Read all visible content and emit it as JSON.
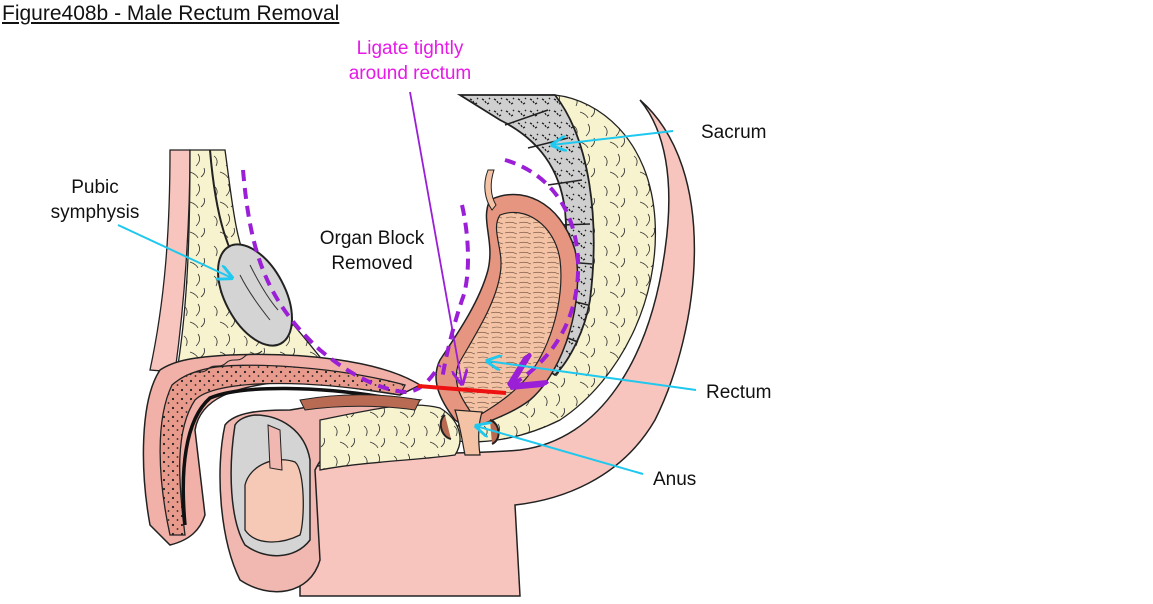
{
  "title": "Figure408b - Male Rectum Removal",
  "colors": {
    "label_line": "#1ec8ee",
    "ligature_annotation": "#e619e6",
    "dissection_outline": "#9a1fd6",
    "ligature_line": "#ee1111",
    "skin": "#f7c5bd",
    "fat": "#f7f3cf",
    "bone": "#d4d4d4",
    "mucosa": "#f4c2a4",
    "muscle_wall": "#e69680",
    "corpus": "#e89a8c"
  },
  "annotations": {
    "ligate": {
      "line1": "Ligate tightly",
      "line2": "around rectum"
    },
    "organ_block": {
      "line1": "Organ Block",
      "line2": "Removed"
    }
  },
  "labels": {
    "pubic_symphysis": {
      "line1": "Pubic",
      "line2": "symphysis"
    },
    "sacrum": "Sacrum",
    "rectum": "Rectum",
    "anus": "Anus"
  },
  "icons": {
    "arrowhead": "arrowhead-icon"
  }
}
